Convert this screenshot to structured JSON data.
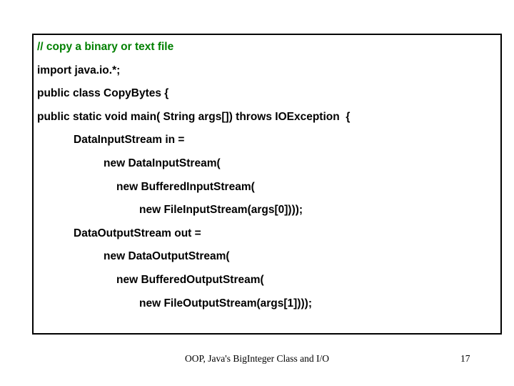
{
  "colors": {
    "comment-green": "#008000",
    "code-black": "#000000",
    "border-black": "#000000"
  },
  "code": {
    "lines": [
      {
        "text": "// copy a binary or text file",
        "type": "comment"
      },
      {
        "text": "import java.io.*;",
        "type": "code"
      },
      {
        "text": "public class CopyBytes {",
        "type": "code"
      },
      {
        "text": "public static void main( String args[]) throws IOException  {",
        "type": "code"
      },
      {
        "text": "DataInputStream in =",
        "type": "code"
      },
      {
        "text": "new DataInputStream(",
        "type": "code"
      },
      {
        "text": "new BufferedInputStream(",
        "type": "code"
      },
      {
        "text": "new FileInputStream(args[0])));",
        "type": "code"
      },
      {
        "text": "DataOutputStream out =",
        "type": "code"
      },
      {
        "text": "new DataOutputStream(",
        "type": "code"
      },
      {
        "text": "new BufferedOutputStream(",
        "type": "code"
      },
      {
        "text": "new FileOutputStream(args[1])));",
        "type": "code"
      }
    ]
  },
  "footer": {
    "title": "OOP, Java's BigInteger Class and I/O",
    "page_number": "17"
  }
}
